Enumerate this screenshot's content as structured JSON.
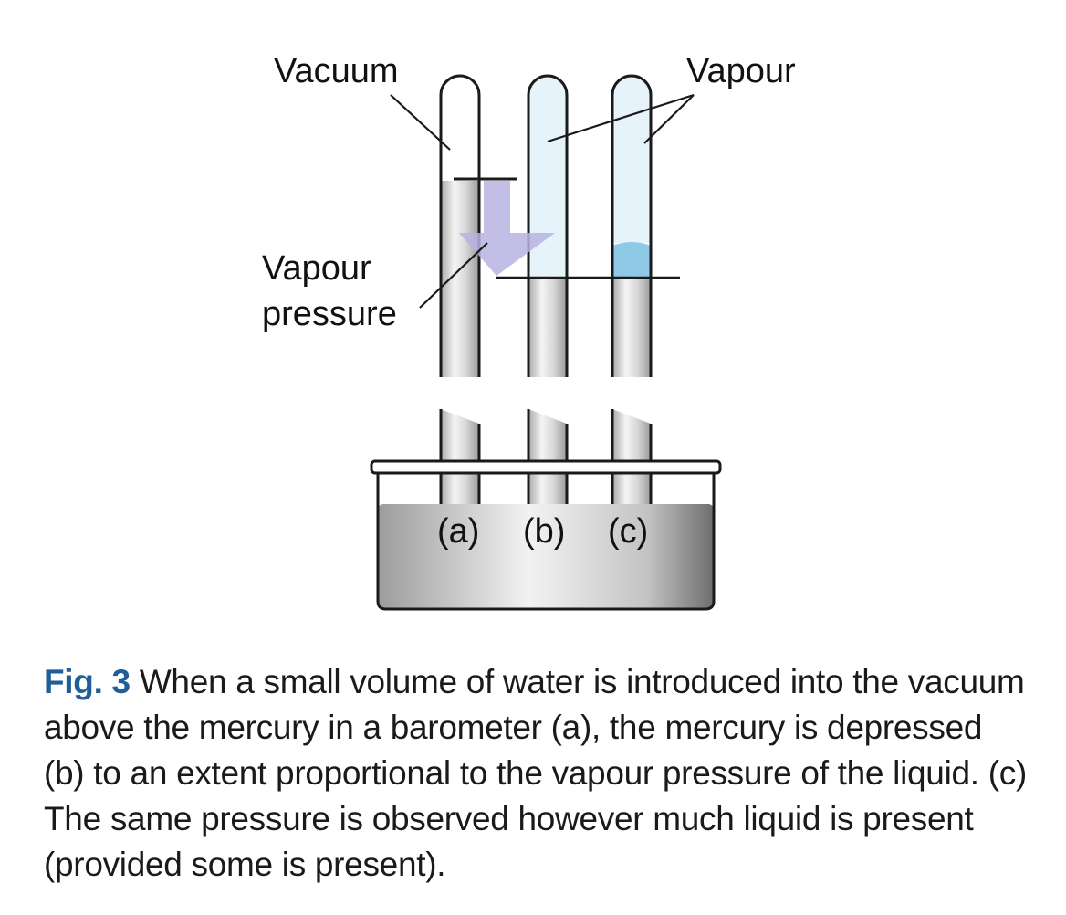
{
  "labels": {
    "vacuum": "Vacuum",
    "vapour": "Vapour",
    "vapour_pressure_line1": "Vapour",
    "vapour_pressure_line2": "pressure",
    "tube_a": "(a)",
    "tube_b": "(b)",
    "tube_c": "(c)"
  },
  "caption": {
    "fig_label": "Fig. 3",
    "text": "When a small volume of water is introduced into the vacuum above the mercury in a barometer (a), the mercury is depressed (b) to an extent proportional to the vapour pressure of the liquid. (c) The same pressure is observed however much liquid is present (provided some is present)."
  },
  "colors": {
    "mercury": "#c8c8c8",
    "vapour": "#e6f3fa",
    "water": "#8ecae6",
    "arrow": "#b7b3e0",
    "caption_label": "#1f5e96"
  }
}
